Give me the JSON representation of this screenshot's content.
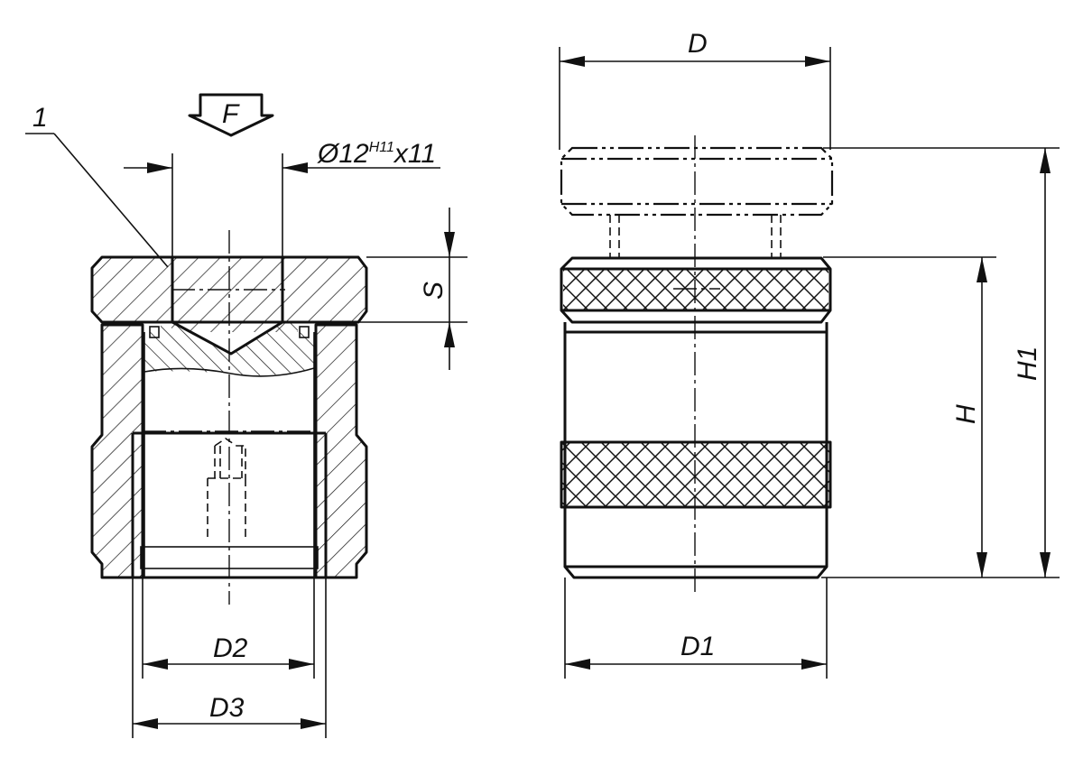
{
  "drawing": {
    "callouts": {
      "part_number": "1",
      "force": "F"
    },
    "dimensions": {
      "bore_prefix": "Ø12",
      "bore_tolerance": "H11",
      "bore_suffix": "x11",
      "stroke": "S",
      "inner_diameter": "D2",
      "outer_sleeve_diameter": "D3",
      "head_diameter": "D",
      "body_diameter": "D1",
      "height": "H",
      "total_height": "H1"
    }
  }
}
